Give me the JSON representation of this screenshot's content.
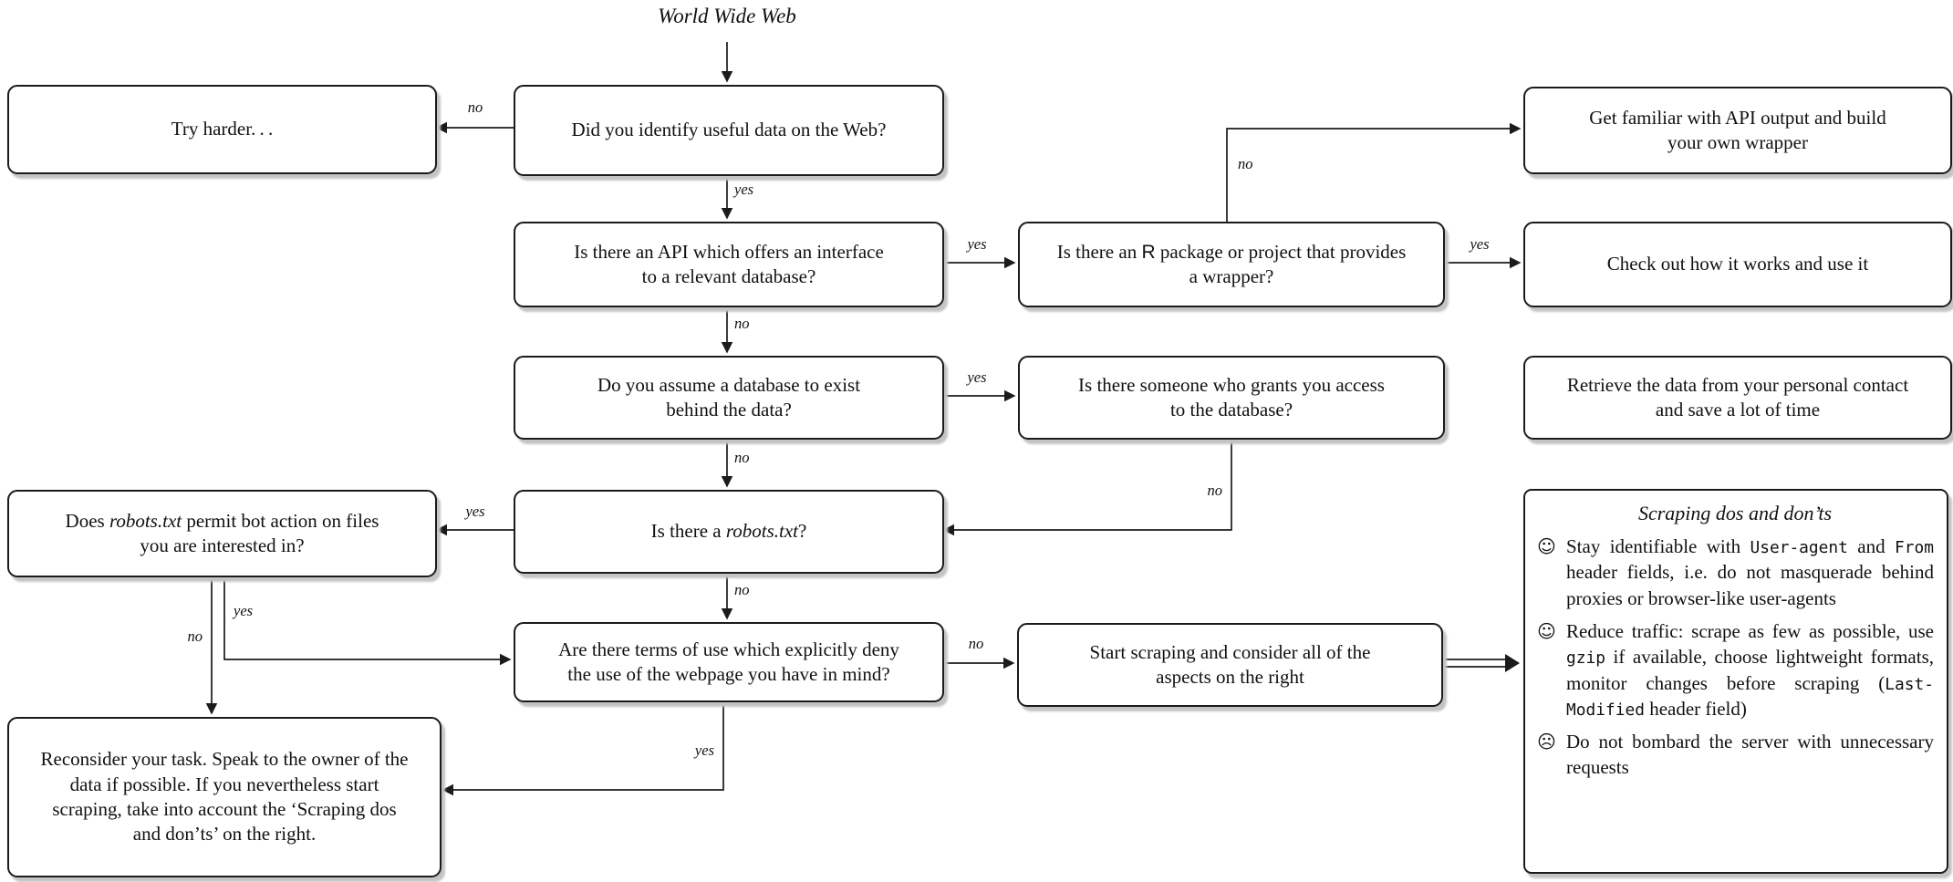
{
  "source_label": "World Wide Web",
  "labels": {
    "yes": "yes",
    "no": "no"
  },
  "nodes": {
    "try_harder": {
      "text": "Try harder. . ."
    },
    "identify": {
      "text": "Did you identify useful data on the Web?"
    },
    "api": {
      "text": "Is there an API which offers an interface to a relevant database?"
    },
    "r_package": {
      "segments": [
        {
          "t": "Is there an "
        },
        {
          "t": "R",
          "sans": true
        },
        {
          "t": " package or project that provides a wrapper?"
        }
      ]
    },
    "get_familiar": {
      "text": "Get familiar with API output and build your own wrapper"
    },
    "check_out": {
      "text": "Check out how it works and use it"
    },
    "db_exist": {
      "text": "Do you assume a database to exist behind the data?"
    },
    "grants": {
      "text": "Is there someone who grants you access to the database?"
    },
    "retrieve": {
      "text": "Retrieve the data from your personal contact and save a lot of time"
    },
    "robots_permit": {
      "segments": [
        {
          "t": "Does "
        },
        {
          "t": "robots.txt",
          "italic": true
        },
        {
          "t": " permit bot action on files you are interested in?"
        }
      ]
    },
    "robots": {
      "segments": [
        {
          "t": "Is there a "
        },
        {
          "t": "robots.txt",
          "italic": true
        },
        {
          "t": "?"
        }
      ]
    },
    "terms": {
      "text": "Are there terms of use which explicitly deny the use of the webpage you have in mind?"
    },
    "start": {
      "text": "Start scraping and consider all of the aspects on the right"
    },
    "reconsider": {
      "text": "Reconsider your task. Speak to the owner of the data if possible. If you nevertheless start scraping, take into account the ‘Scraping dos and don’ts’ on the right."
    }
  },
  "panel": {
    "title": "Scraping dos and don’ts",
    "items": [
      {
        "icon": "☺",
        "segments": [
          {
            "t": "Stay identifiable with "
          },
          {
            "t": "User-agent",
            "mono": true
          },
          {
            "t": " and "
          },
          {
            "t": "From",
            "mono": true
          },
          {
            "t": " header fields, i.e. do not masquerade behind proxies or browser-like user-agents"
          }
        ]
      },
      {
        "icon": "☺",
        "segments": [
          {
            "t": "Reduce traffic: scrape as few as possible, use "
          },
          {
            "t": "gzip",
            "mono": true
          },
          {
            "t": " if available, choose lightweight formats, monitor changes before scraping ("
          },
          {
            "t": "Last-Modified",
            "mono": true
          },
          {
            "t": " header field)"
          }
        ]
      },
      {
        "icon": "☹",
        "segments": [
          {
            "t": "Do not bombard the server with unnecessary requests"
          }
        ]
      }
    ]
  }
}
